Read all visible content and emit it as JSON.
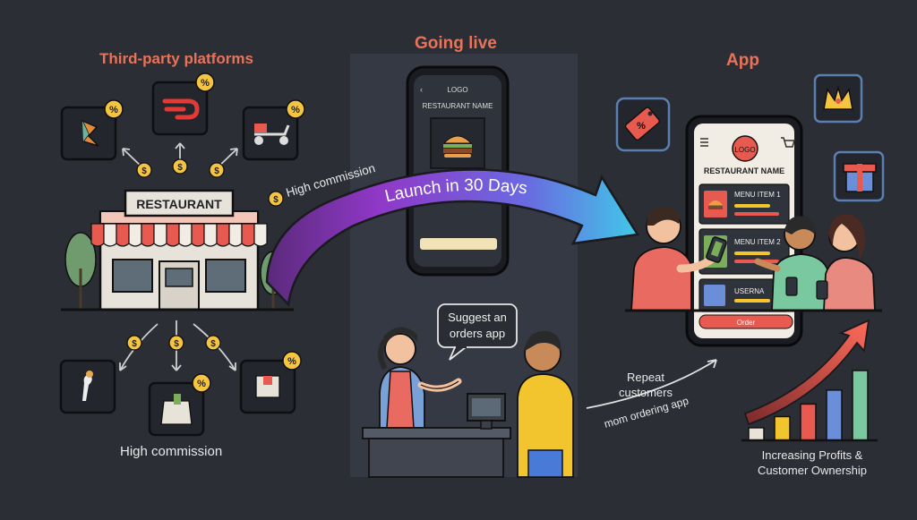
{
  "headings": {
    "third_party": "Third-party platforms",
    "going_live": "Going live",
    "app": "App"
  },
  "labels": {
    "high_commission_top": "High commission",
    "high_commission_bottom": "High commission",
    "launch": "Launch in 30 Days",
    "restaurant_sign": "RESTAURANT",
    "speech_bubble": "Suggest an orders app",
    "repeat_customers_1": "Repeat",
    "repeat_customers_2": "customers",
    "mom_ordering_app": "mom ordering app",
    "profits_1": "Increasing Profits &",
    "profits_2": "Customer Ownership"
  },
  "middle_phone": {
    "logo": "LOGO",
    "restaurant_name": "RESTAURANT NAME"
  },
  "app_phone": {
    "logo": "LOGO",
    "restaurant_name": "RESTAURANT NAME",
    "items": [
      "MENU ITEM 1",
      "MENU ITEM 2",
      "USERNA"
    ],
    "order_button": "Order"
  },
  "badges": {
    "percent": "%",
    "coin": "$"
  },
  "icons": {
    "top": [
      "postmates-icon",
      "doordash-icon",
      "delivery-scooter-icon"
    ],
    "bottom": [
      "delivery-icon",
      "grocery-bag-icon",
      "delivery-box-icon"
    ],
    "app_rewards": [
      "discount-tag-icon",
      "crown-icon",
      "gift-icon"
    ]
  },
  "colors": {
    "background": "#2b2e35",
    "heading": "#e8735a",
    "accent_red": "#ef5350",
    "arrow_start": "#a040d8",
    "arrow_end": "#40c8e8",
    "coin": "#f5c542"
  },
  "profit_bars": [
    0.18,
    0.34,
    0.52,
    0.72,
    1.0
  ]
}
